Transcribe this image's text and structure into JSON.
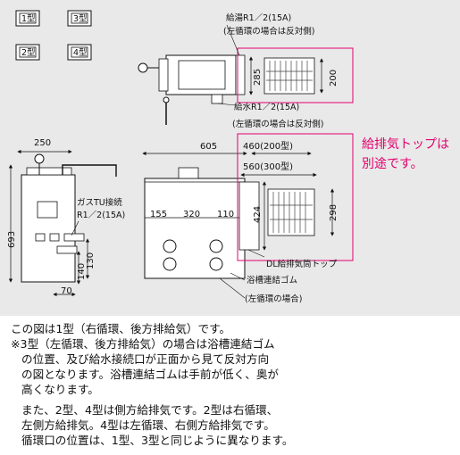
{
  "type_icons": [
    "1型",
    "3型",
    "2型",
    "4型"
  ],
  "top_view": {
    "hot_label": "給湯R1／2(15A)",
    "hot_note": "(左循環の場合は反対側)",
    "dim_285": "285",
    "dim_200": "200",
    "cold_label": "給水R1／2(15A)",
    "cold_note": "(左循環の場合は反対側)"
  },
  "side_view": {
    "width": "250",
    "height": "693",
    "gas_label": "ガスTU接続",
    "gas_size": "R1／2(15A)",
    "dim_130": "130",
    "dim_140": "140",
    "dim_70": "70"
  },
  "front_view": {
    "width": "605",
    "dim_460": "460(200型)",
    "dim_560": "560(300型)",
    "dim_155": "155",
    "dim_320": "320",
    "dim_110": "110",
    "dim_424": "424",
    "dim_298": "298",
    "dl_label": "DL給排気筒トップ",
    "rubber_label": "浴槽連結ゴム",
    "left_circ_note": "(左循環の場合)"
  },
  "callout": {
    "line1": "給排気トップは",
    "line2": "別途です。",
    "color": "#e3006e"
  },
  "notes": [
    "この図は1型（右循環、後方排給気）です。",
    "※3型（左循環、後方排給気）の場合は浴槽連結ゴム",
    "の位置、及び給水接続口が正面から見て反対方向",
    "の図となります。浴槽連結ゴムは手前が低く、奥が",
    "高くなります。",
    "また、2型、4型は側方給排気です。2型は右循環、",
    "左側方給排気。4型は左循環、右側方給排気です。",
    "循環口の位置は、1型、3型と同じように異なります。"
  ]
}
